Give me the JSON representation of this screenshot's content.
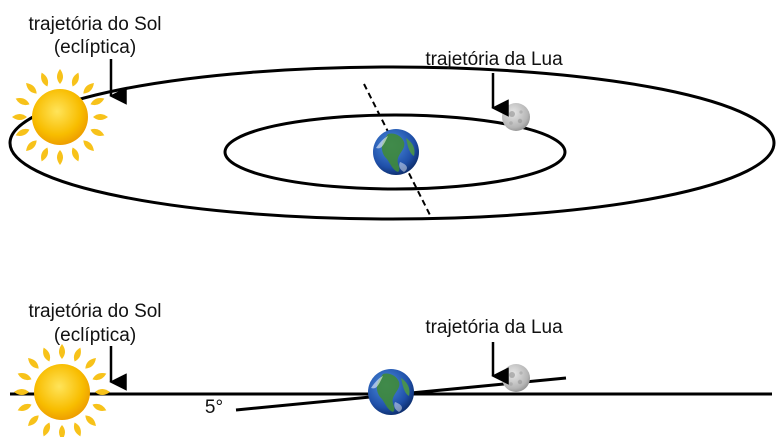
{
  "top_panel": {
    "sun_label_line1": "trajetória do Sol",
    "sun_label_line2": "(eclíptica)",
    "moon_label": "trajetória da Lua"
  },
  "bottom_panel": {
    "sun_label_line1": "trajetória do Sol",
    "sun_label_line2": "(eclíptica)",
    "moon_label": "trajetória da Lua",
    "angle_label": "5°"
  },
  "colors": {
    "sun": "#f5b800",
    "sun_ray": "#f7c21a",
    "earth_ocean": "#1f4fa8",
    "earth_land": "#3f8a3a",
    "moon": "#b9b9b9",
    "line": "#000000"
  }
}
